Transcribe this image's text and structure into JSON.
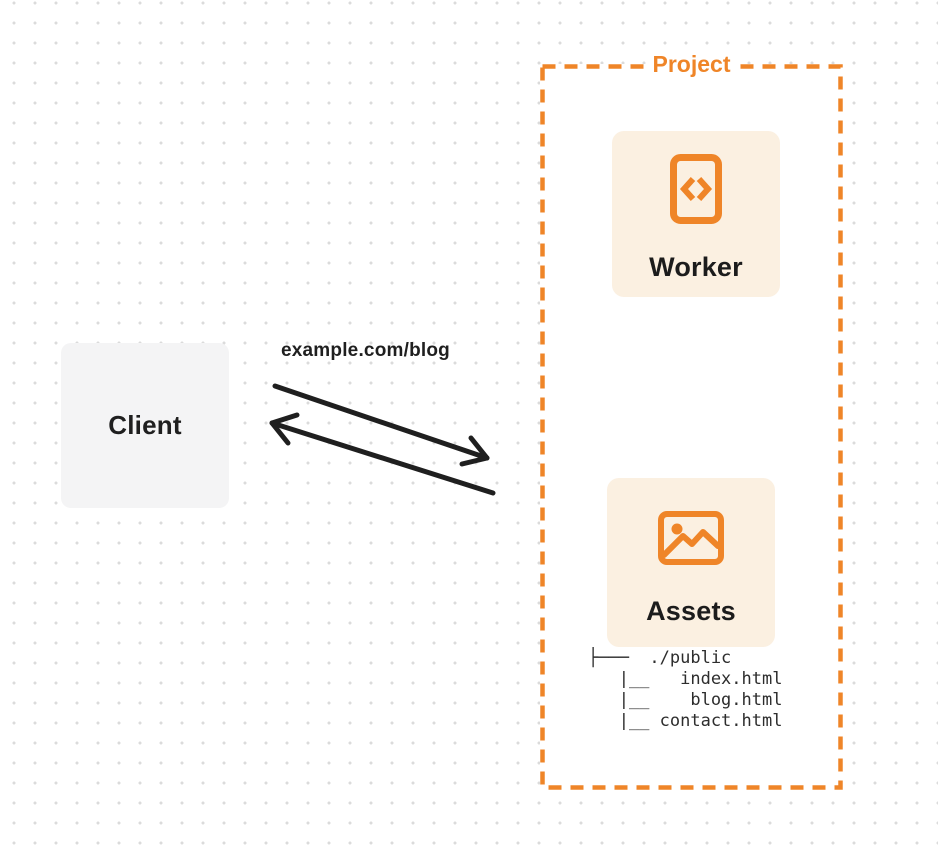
{
  "colors": {
    "orange": "#EF8528",
    "card-bg": "#FBF0E1",
    "client-bg": "#F4F4F5",
    "ink": "#1F1F1F",
    "tree-ink": "#2D2D2D",
    "arrow": "#1F1F1F",
    "dot": "#DBDBDB"
  },
  "client": {
    "label": "Client"
  },
  "request": {
    "url": "example.com/blog"
  },
  "project": {
    "label": "Project",
    "worker": {
      "label": "Worker",
      "icon": "code-file-icon"
    },
    "assets": {
      "label": "Assets",
      "icon": "image-icon",
      "file_tree": [
        "├───  ./public",
        "   |__   index.html",
        "   |__    blog.html",
        "   |__ contact.html"
      ]
    }
  }
}
